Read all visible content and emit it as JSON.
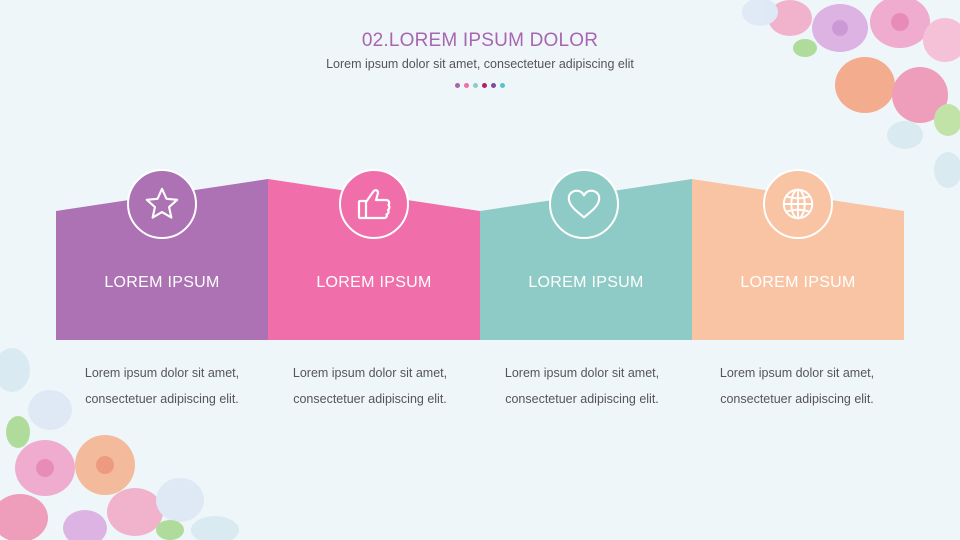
{
  "header": {
    "title": "02.LOREM IPSUM DOLOR",
    "subtitle": "Lorem ipsum dolor sit amet, consectetuer adipiscing elit"
  },
  "dots": [
    "#a866b0",
    "#f06ea8",
    "#8fcbc6",
    "#b0206e",
    "#7a4e9e",
    "#5bbfd0"
  ],
  "cards": [
    {
      "label": "LOREM IPSUM",
      "icon": "star-icon",
      "color": "#ac72b4",
      "desc_line1": "Lorem ipsum dolor sit amet,",
      "desc_line2": "consectetuer adipiscing elit."
    },
    {
      "label": "LOREM IPSUM",
      "icon": "thumbs-up-icon",
      "color": "#f06fab",
      "desc_line1": "Lorem ipsum dolor sit amet,",
      "desc_line2": "consectetuer adipiscing elit."
    },
    {
      "label": "LOREM IPSUM",
      "icon": "heart-icon",
      "color": "#8fcbc6",
      "desc_line1": "Lorem ipsum dolor sit amet,",
      "desc_line2": "consectetuer adipiscing elit."
    },
    {
      "label": "LOREM IPSUM",
      "icon": "globe-icon",
      "color": "#f9c4a4",
      "desc_line1": "Lorem ipsum dolor sit amet,",
      "desc_line2": "consectetuer adipiscing elit."
    }
  ]
}
